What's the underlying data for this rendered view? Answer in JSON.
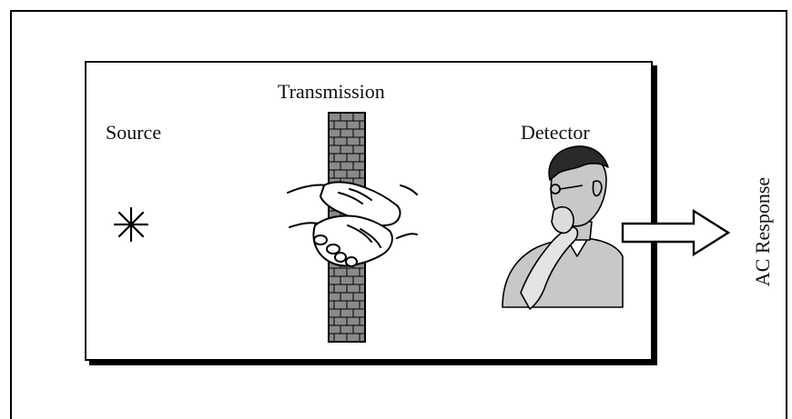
{
  "diagram": {
    "labels": {
      "transmission": "Transmission",
      "source": "Source",
      "detector": "Detector",
      "output": "AC Response"
    },
    "icons": {
      "source": "starburst-icon",
      "medium": "brick-wall-icon",
      "coupling": "handshake-icon",
      "detector": "thinking-man-icon",
      "output": "right-arrow-icon"
    },
    "colors": {
      "ink": "#000000",
      "brick": "#8a8a8a",
      "face": "#c8c8c8",
      "background": "#ffffff"
    }
  }
}
